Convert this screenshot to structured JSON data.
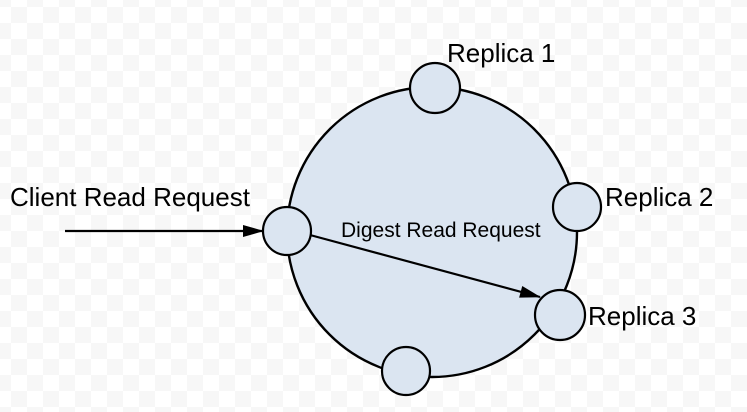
{
  "diagram": {
    "type": "cluster-ring-read-path",
    "nodes": [
      {
        "id": "replica-1",
        "label": "Replica 1"
      },
      {
        "id": "replica-2",
        "label": "Replica 2"
      },
      {
        "id": "replica-3",
        "label": "Replica 3"
      },
      {
        "id": "coordinator",
        "label": ""
      },
      {
        "id": "south-node",
        "label": ""
      }
    ],
    "arrows": [
      {
        "id": "client-read",
        "label": "Client Read Request",
        "from": "client",
        "to": "coordinator"
      },
      {
        "id": "digest-read",
        "label": "Digest Read Request",
        "from": "coordinator",
        "to": "replica-3"
      }
    ],
    "colors": {
      "node_fill": "#dbe5f1",
      "outline": "#000000",
      "text": "#000000",
      "checker_white": "#ffffff",
      "checker_gray": "#f7f7f7"
    }
  }
}
